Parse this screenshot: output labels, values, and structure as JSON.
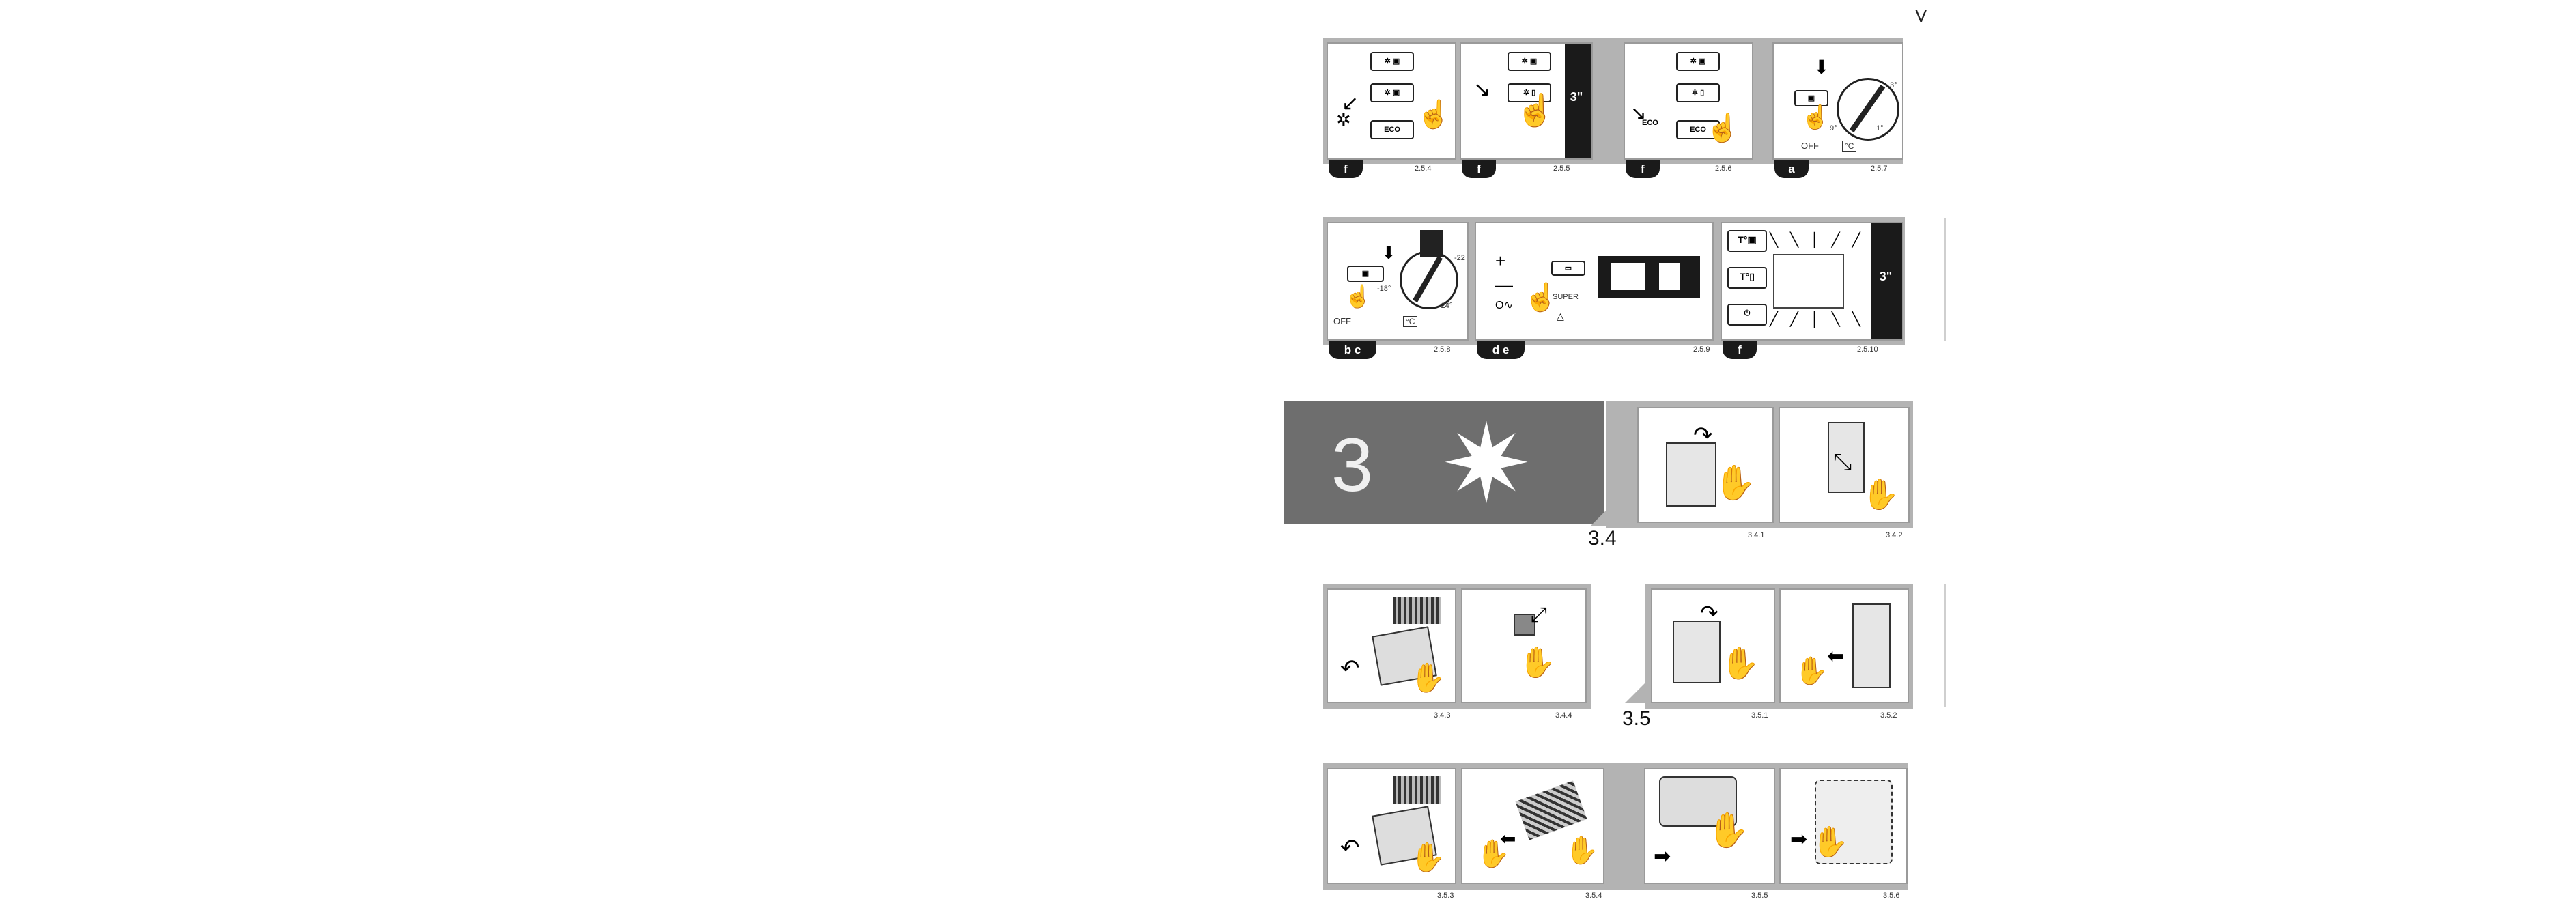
{
  "header": {
    "page_letter": "V"
  },
  "row1": {
    "labels": [
      "2.5.4",
      "2.5.5",
      "2.5.6",
      "2.5.7"
    ],
    "badges": [
      "f",
      "f",
      "f",
      "a"
    ],
    "eco_label": "ECO",
    "hold_time": "3\"",
    "dial": {
      "marks": [
        "3°",
        "9°",
        "1°"
      ],
      "off": "OFF",
      "unit": "°C"
    }
  },
  "row2": {
    "labels": [
      "2.5.8",
      "2.5.9",
      "2.5.10"
    ],
    "badges": [
      "b c",
      "d e",
      "f"
    ],
    "dial": {
      "marks": [
        "-18°",
        "-24°",
        "-22"
      ],
      "off": "OFF",
      "unit": "°C"
    },
    "super_label": "SUPER",
    "t_fridge": "T°",
    "t_freezer": "T°",
    "hold_time": "3\""
  },
  "row3": {
    "chapter": "3",
    "section": "3.4",
    "labels": [
      "3.4.1",
      "3.4.2"
    ]
  },
  "row4": {
    "labels": [
      "3.4.3",
      "3.4.4",
      "3.5.1",
      "3.5.2"
    ],
    "section": "3.5"
  },
  "row5": {
    "labels": [
      "3.5.3",
      "3.5.4",
      "3.5.5",
      "3.5.6"
    ]
  }
}
